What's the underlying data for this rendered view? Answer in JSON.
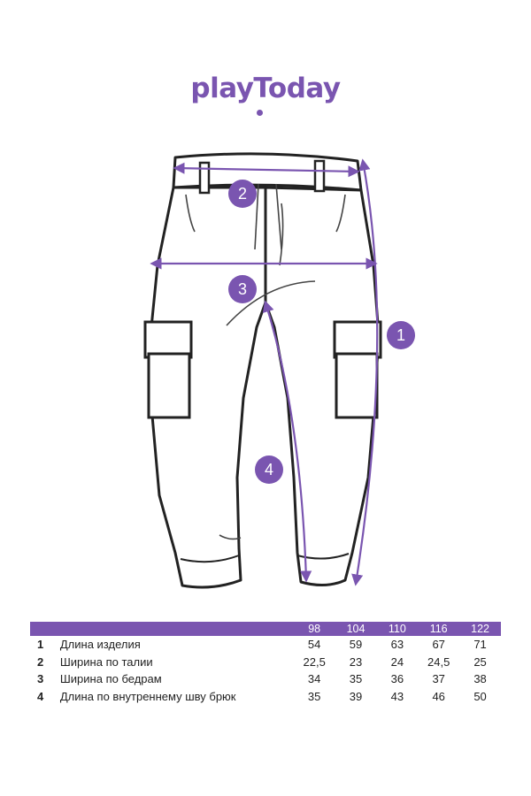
{
  "brand": {
    "logo_text": "playToday",
    "accent_color": "#7a55b0"
  },
  "diagram": {
    "badges": [
      "1",
      "2",
      "3",
      "4"
    ]
  },
  "table": {
    "sizes": [
      "98",
      "104",
      "110",
      "116",
      "122"
    ],
    "rows": [
      {
        "num": "1",
        "label": "Длина изделия",
        "values": [
          "54",
          "59",
          "63",
          "67",
          "71"
        ]
      },
      {
        "num": "2",
        "label": "Ширина по талии",
        "values": [
          "22,5",
          "23",
          "24",
          "24,5",
          "25"
        ]
      },
      {
        "num": "3",
        "label": "Ширина по бедрам",
        "values": [
          "34",
          "35",
          "36",
          "37",
          "38"
        ]
      },
      {
        "num": "4",
        "label": "Длина по внутреннему шву брюк",
        "values": [
          "35",
          "39",
          "43",
          "46",
          "50"
        ]
      }
    ]
  }
}
